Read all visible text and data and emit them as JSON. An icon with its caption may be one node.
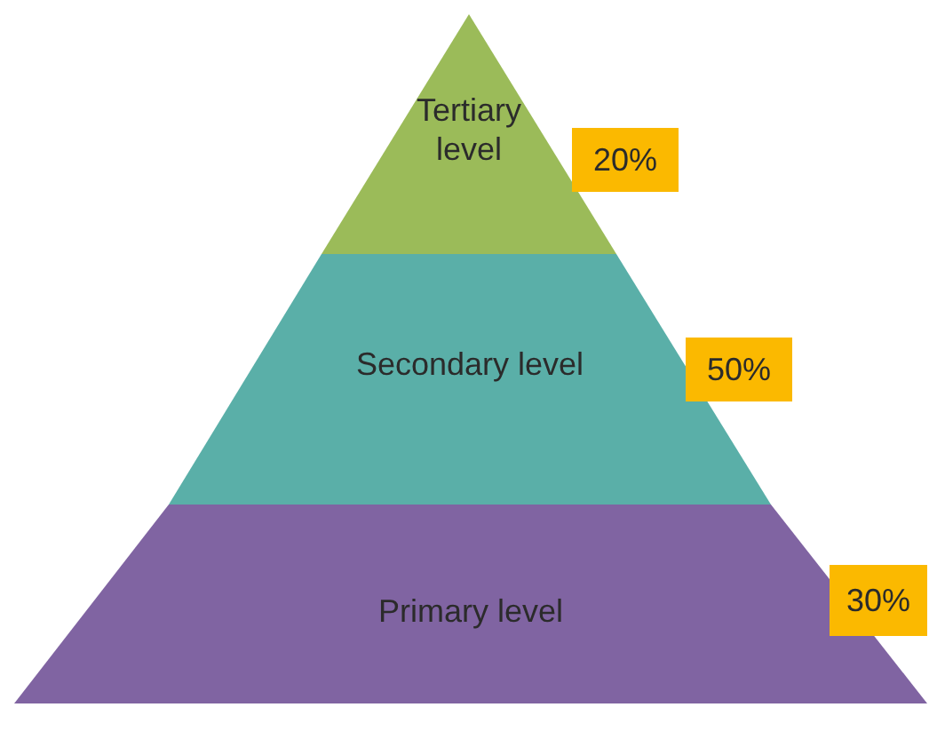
{
  "diagram": {
    "nodes": [
      {
        "text": [
          "Tertiary level"
        ],
        "beside": [
          "20%"
        ]
      },
      {
        "text": [
          "Secondary level"
        ],
        "beside": [
          "50%"
        ]
      },
      {
        "text": [
          "Primary level"
        ],
        "beside": [
          "30%"
        ]
      }
    ]
  }
}
